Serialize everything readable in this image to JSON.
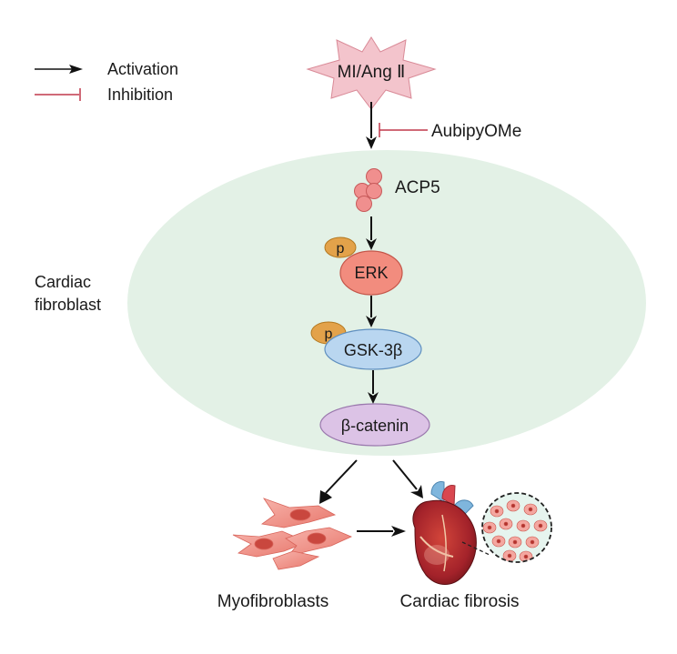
{
  "legend": {
    "activation": "Activation",
    "inhibition": "Inhibition"
  },
  "stimulus": "MI/Ang Ⅱ",
  "inhibitor": "AubipyOMe",
  "cell_label": {
    "line1": "Cardiac",
    "line2": "fibroblast"
  },
  "nodes": {
    "acp5": "ACP5",
    "erk": "ERK",
    "gsk": "GSK-3β",
    "catenin": "β-catenin",
    "phospho": "p"
  },
  "outcomes": {
    "myofibroblasts": "Myofibroblasts",
    "fibrosis": "Cardiac fibrosis"
  },
  "colors": {
    "cell": "#e3f1e6",
    "star": "#f3c4cc",
    "acp5": "#f08f8e",
    "erk": "#f28c7e",
    "gsk": "#b9d6f0",
    "catenin": "#dcc3e6",
    "phospho": "#e3a24a",
    "inhibition": "#c0394b",
    "activation": "#111111"
  }
}
